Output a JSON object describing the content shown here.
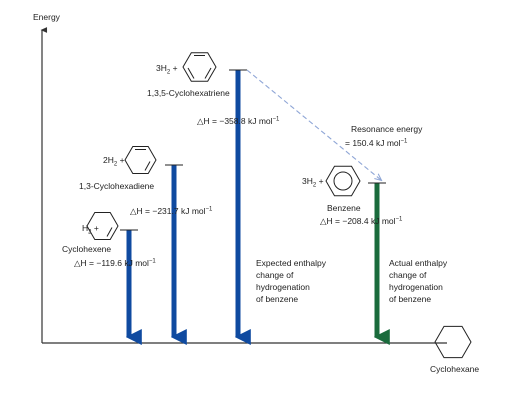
{
  "colors": {
    "axis": "#333333",
    "level_line": "#222222",
    "hypothetical_arrow": "#0f4aa0",
    "actual_arrow": "#1a6b3c",
    "resonance_dash": "#8fa6d6",
    "text": "#222222"
  },
  "axis": {
    "y_label": "Energy"
  },
  "species": [
    {
      "reagent_coeff": "",
      "reagent_label": "H",
      "reagent_sub": "2",
      "reagent_plus": " +",
      "name": "Cyclohexene",
      "enthalpy_text": "△H = −119.6 kJ mol",
      "enthalpy_sup": "−1",
      "enthalpy_value": -119.6,
      "double_bonds": 1,
      "arrow_type": "hypothetical"
    },
    {
      "reagent_coeff": "2",
      "reagent_label": "H",
      "reagent_sub": "2",
      "reagent_plus": " +",
      "name": "1,3-Cyclohexadiene",
      "enthalpy_text": "△H = −231.7 kJ mol",
      "enthalpy_sup": "−1",
      "enthalpy_value": -231.7,
      "double_bonds": 2,
      "arrow_type": "hypothetical"
    },
    {
      "reagent_coeff": "3",
      "reagent_label": "H",
      "reagent_sub": "2",
      "reagent_plus": " +",
      "name": "1,3,5-Cyclohexatriene",
      "enthalpy_text": "△H = −358.8 kJ mol",
      "enthalpy_sup": "−1",
      "enthalpy_value": -358.8,
      "double_bonds": 3,
      "arrow_type": "hypothetical"
    },
    {
      "reagent_coeff": "3",
      "reagent_label": "H",
      "reagent_sub": "2",
      "reagent_plus": " +",
      "name": "Benzene",
      "enthalpy_text": "△H = −208.4 kJ mol",
      "enthalpy_sup": "−1",
      "enthalpy_value": -208.4,
      "double_bonds": 0,
      "aromatic": true,
      "arrow_type": "actual"
    }
  ],
  "resonance": {
    "title": "Resonance energy",
    "value_text": "= 150.4 kJ mol",
    "value_sup": "−1",
    "value": 150.4
  },
  "notes": {
    "expected": [
      "Expected enthalpy",
      "change of",
      "hydrogenation",
      "of benzene"
    ],
    "actual": [
      "Actual enthalpy",
      "change of",
      "hydrogenation",
      "of benzene"
    ]
  },
  "product": {
    "name": "Cyclohexane"
  }
}
